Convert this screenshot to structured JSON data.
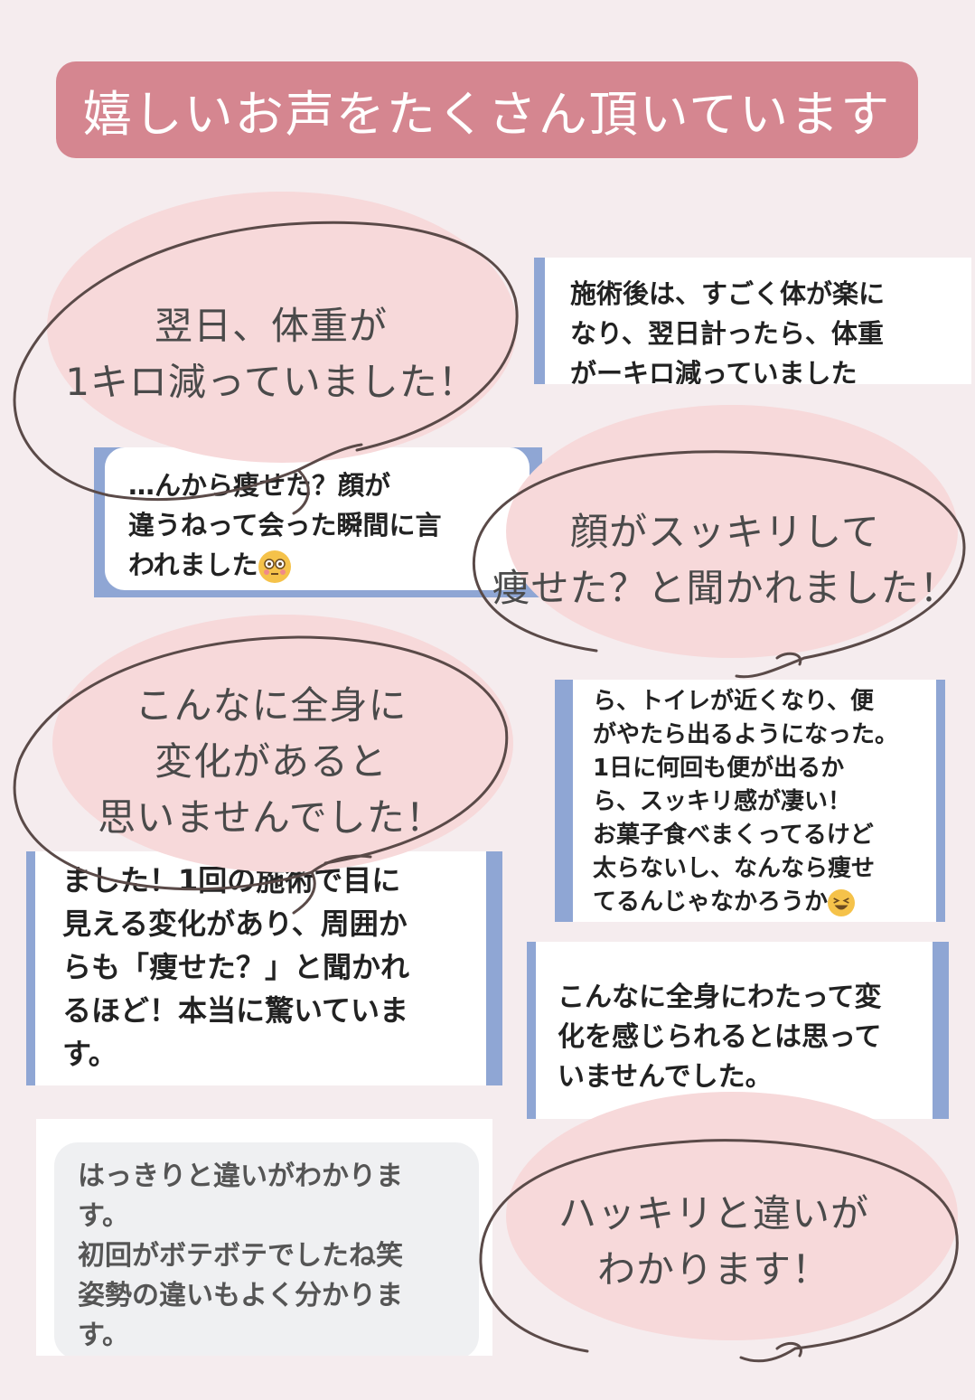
{
  "title": "嬉しいお声をたくさん頂いています",
  "bubbles": [
    {
      "id": "b1",
      "text": "翌日、体重が\n1キロ減っていました！"
    },
    {
      "id": "b2",
      "text": "顔がスッキリして\n痩せた？と聞かれました！"
    },
    {
      "id": "b3",
      "text": "こんなに全身に\n変化があると\n思いませんでした！"
    },
    {
      "id": "b4",
      "text": "ハッキリと違いが\nわかります！"
    }
  ],
  "cards": [
    {
      "id": "c1",
      "text": "施術後は、すごく体が楽に\nなり、翌日計ったら、体重\nがーキロ減っていました"
    },
    {
      "id": "c2",
      "text": "…んから痩せた？顔が\n違うねって会った瞬間に言\nわれました",
      "emoji": "flushed-face-emoji"
    },
    {
      "id": "c3",
      "text": "ら、トイレが近くなり、便\nがやたら出るようになった。\n1日に何回も便が出るか\nら、スッキリ感が凄い！\nお菓子食べまくってるけど\n太らないし、なんなら痩せ\nてるんじゃなかろうか",
      "emoji": "grinning-squinting-face-emoji"
    },
    {
      "id": "c4",
      "text": "ました！1回の施術で目に\n見える変化があり、周囲か\nらも「痩せた？」と聞かれ\nるほど！本当に驚いていま\nす。"
    },
    {
      "id": "c5",
      "text": "こんなに全身にわたって変\n化を感じられるとは思って\nいませんでした。"
    },
    {
      "id": "c6",
      "text": "はっきりと違いがわかりま\nす。\n初回がボテボテでしたね笑\n姿勢の違いもよく分かりま\nす。"
    }
  ],
  "colors": {
    "background": "#f5ecee",
    "title_bg": "#d58690",
    "accent_blue": "#8fa6d4",
    "blob_pink": "#f7d9da"
  }
}
